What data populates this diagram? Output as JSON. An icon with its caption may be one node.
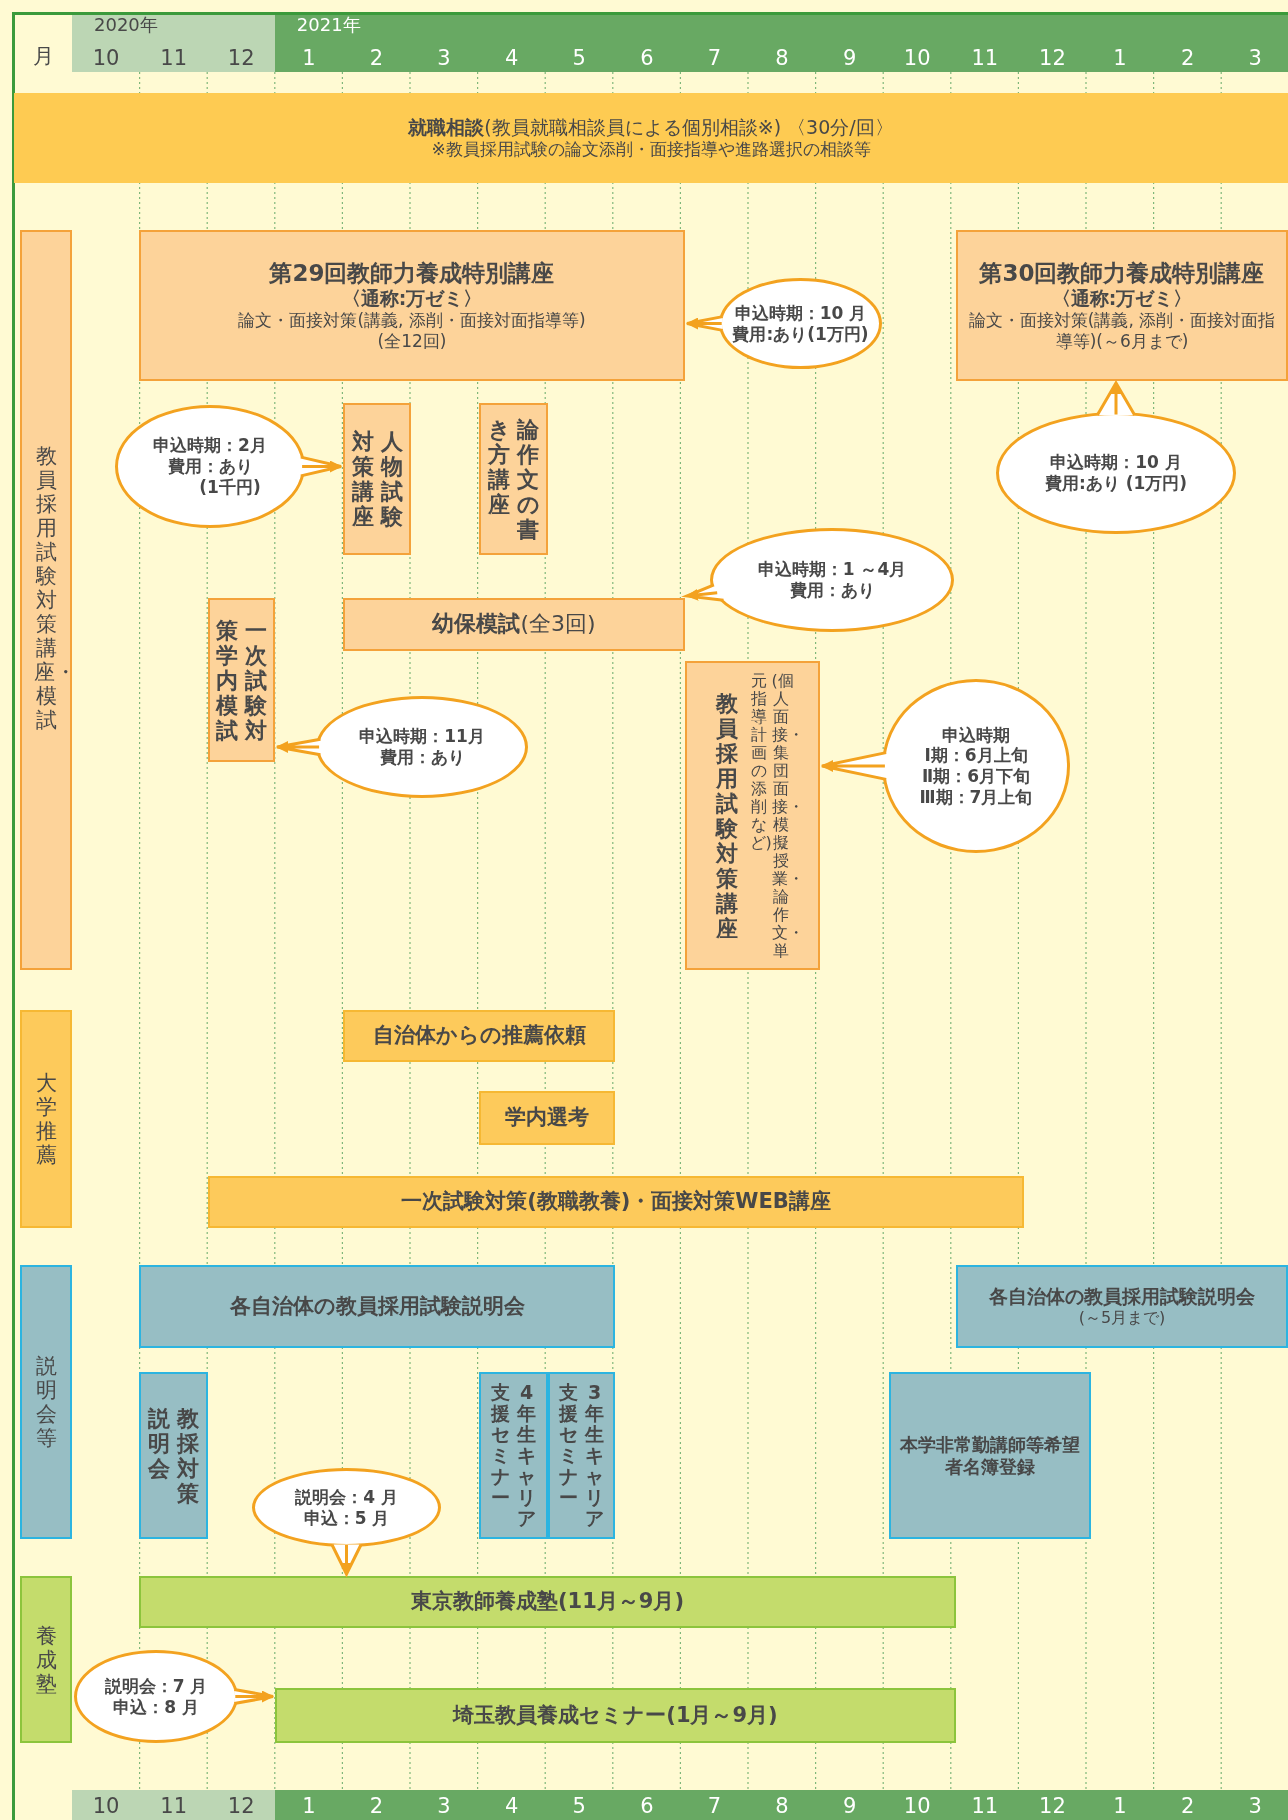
{
  "diagram": {
    "nodes": [
      {
        "text": [
          "**就職相談**(教員就職相談員による個別相談※) 〈30分/回〉",
          "※教員採用試験の論文添削・面接指導や進路選択の相談等"
        ]
      },
      {
        "text": [
          "教員採用試験対策講座・模試"
        ]
      },
      {
        "text": [
          "第29回教師力養成特別講座",
          "〈通称:万ゼミ〉",
          "論文・面接対策(講義, 添削・面接対面指導等)",
          "(全12回)"
        ]
      },
      {
        "text": [
          "申込時期：10 月",
          "費用:あり(1万円)"
        ]
      },
      {
        "text": [
          "第30回教師力養成特別講座",
          "〈通称:万ゼミ〉",
          "論文・面接対策(講義, 添削・面接対面指導等)(～6月まで)"
        ]
      },
      {
        "text": [
          "申込時期：10 月",
          "費用:あり (1万円)"
        ]
      },
      {
        "text": [
          "申込時期：2月",
          "費用：あり",
          "(1千円)"
        ]
      },
      {
        "text": [
          "人物試験対策講座"
        ]
      },
      {
        "text": [
          "論作文の書き方講座"
        ]
      },
      {
        "text": [
          "申込時期：1 ～4月",
          "費用：あり"
        ]
      },
      {
        "text": [
          "**幼保模試**(全3回)"
        ]
      },
      {
        "text": [
          "一次試験対策学内模試"
        ]
      },
      {
        "text": [
          "申込時期：11月",
          "費用：あり"
        ]
      },
      {
        "text": [
          "教員採用試験対策講座",
          "(個人面接・集団面接・模擬授業・論作文・単元指導計画の添削など)"
        ]
      },
      {
        "text": [
          "申込時期",
          "Ⅰ期：6月上旬",
          "Ⅱ期：6月下旬",
          "Ⅲ期：7月上旬"
        ]
      },
      {
        "text": [
          "大学推薦"
        ]
      },
      {
        "text": [
          "自治体からの推薦依頼"
        ]
      },
      {
        "text": [
          "学内選考"
        ]
      },
      {
        "text": [
          "一次試験対策(教職教養)・面接対策WEB講座"
        ]
      },
      {
        "text": [
          "説明会等"
        ]
      },
      {
        "text": [
          "各自治体の教員採用試験説明会"
        ]
      },
      {
        "text": [
          "各自治体の教員採用試験説明会",
          "(～5月まで)"
        ]
      },
      {
        "text": [
          "教採対策説明会"
        ]
      },
      {
        "text": [
          "4年生キャリア支援セミナー"
        ]
      },
      {
        "text": [
          "3年生キャリア支援セミナー"
        ]
      },
      {
        "text": [
          "本学非常勤講師等希望者名簿登録"
        ]
      },
      {
        "text": [
          "説明会：4 月",
          "申込：5 月"
        ]
      },
      {
        "text": [
          "養成塾"
        ]
      },
      {
        "text": [
          "東京教師養成塾(11月～9月)"
        ]
      },
      {
        "text": [
          "説明会：7 月",
          "申込：8 月"
        ]
      },
      {
        "text": [
          "埼玉教員養成セミナー(1月～9月)"
        ]
      }
    ],
    "edges": [
      {
        "from": 3,
        "to": 2,
        "arrow": "to"
      },
      {
        "from": 5,
        "to": 4,
        "arrow": "to"
      },
      {
        "from": 6,
        "to": 7,
        "arrow": "to"
      },
      {
        "from": 9,
        "to": 10,
        "arrow": "to"
      },
      {
        "from": 12,
        "to": 11,
        "arrow": "to"
      },
      {
        "from": 14,
        "to": 13,
        "arrow": "to"
      },
      {
        "from": 26,
        "to": 28,
        "arrow": "to"
      },
      {
        "from": 29,
        "to": 30,
        "arrow": "to"
      }
    ],
    "labels": [
      "2020年",
      "2021年",
      "月",
      "10",
      "11",
      "12",
      "1",
      "2",
      "3",
      "4",
      "5",
      "6",
      "7",
      "8",
      "9",
      "10",
      "11",
      "12",
      "1",
      "2",
      "3",
      "10",
      "11",
      "12",
      "1",
      "2",
      "3",
      "4",
      "5",
      "6",
      "7",
      "8",
      "9",
      "10",
      "11",
      "12",
      "1",
      "2",
      "3"
    ]
  }
}
